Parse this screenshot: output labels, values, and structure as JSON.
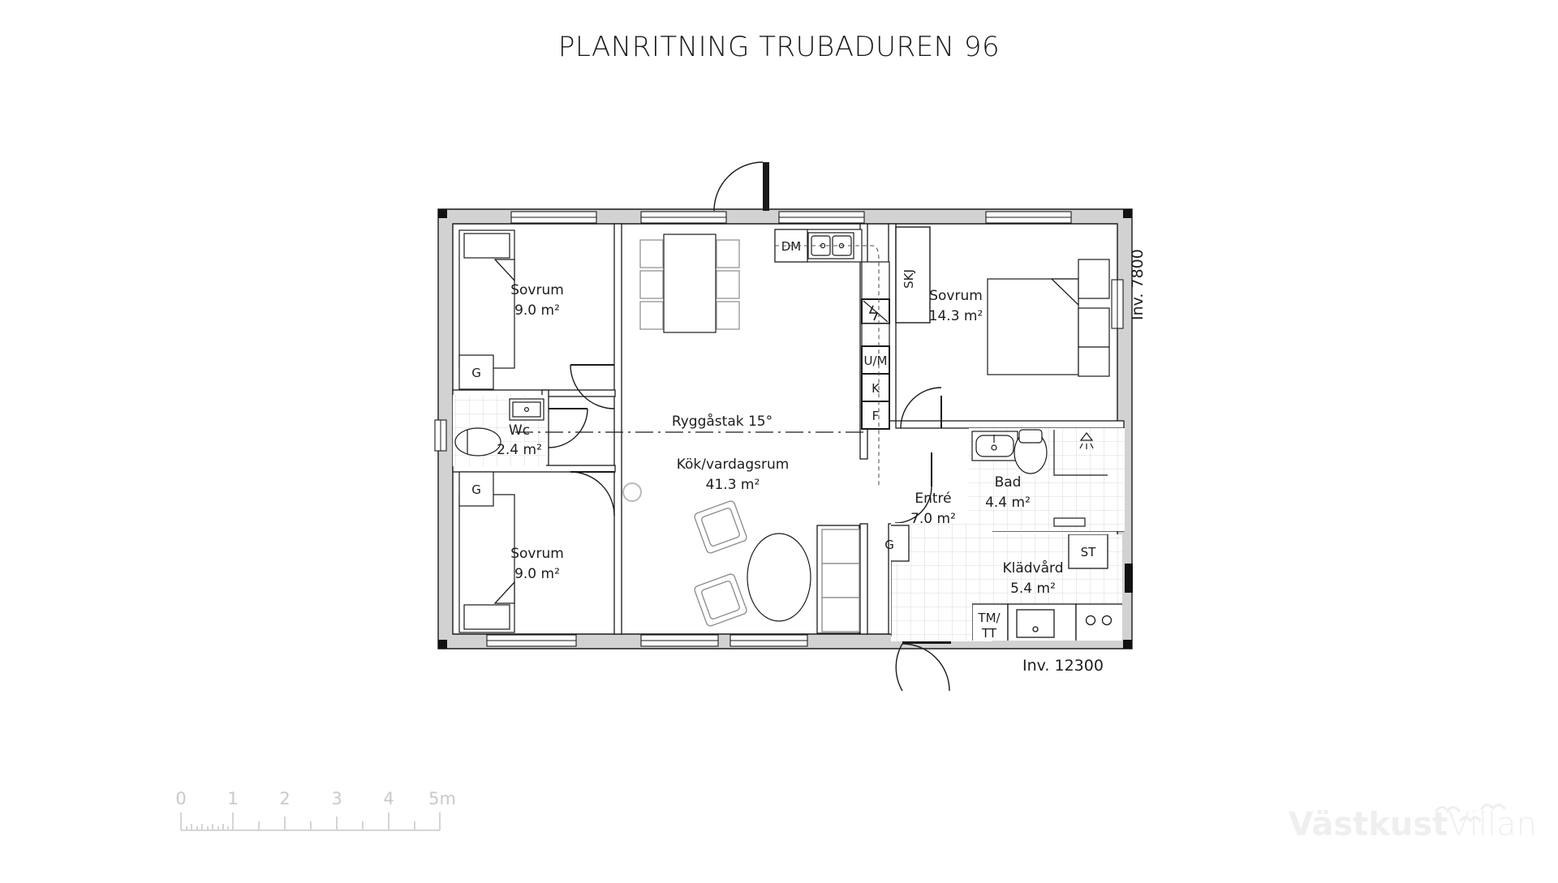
{
  "title": "PLANRITNING TRUBADUREN 96",
  "dimensions": {
    "vertical_label": "Inv. 7800",
    "horizontal_label": "Inv. 12300"
  },
  "roof": {
    "ridge_label": "Ryggåstak 15°"
  },
  "rooms": [
    {
      "id": "sovrum-top-left",
      "name": "Sovrum",
      "area": "9.0 m²"
    },
    {
      "id": "sovrum-bottom-left",
      "name": "Sovrum",
      "area": "9.0 m²"
    },
    {
      "id": "wc",
      "name": "Wc",
      "area": "2.4 m²"
    },
    {
      "id": "kok-vardagsrum",
      "name": "Kök/vardagsrum",
      "area": "41.3 m²"
    },
    {
      "id": "sovrum-right",
      "name": "Sovrum",
      "area": "14.3 m²"
    },
    {
      "id": "bad",
      "name": "Bad",
      "area": "4.4 m²"
    },
    {
      "id": "entre",
      "name": "Entré",
      "area": "7.0 m²"
    },
    {
      "id": "kladvard",
      "name": "Klädvård",
      "area": "5.4 m²"
    }
  ],
  "fixtures": [
    {
      "id": "dm",
      "label": "DM"
    },
    {
      "id": "skj",
      "label": "SKJ"
    },
    {
      "id": "um",
      "label": "U/M"
    },
    {
      "id": "k",
      "label": "K"
    },
    {
      "id": "f",
      "label": "F"
    },
    {
      "id": "g-1",
      "label": "G"
    },
    {
      "id": "g-2",
      "label": "G"
    },
    {
      "id": "g-3",
      "label": "G"
    },
    {
      "id": "st",
      "label": "ST"
    },
    {
      "id": "tm-tt-1",
      "label": "TM/"
    },
    {
      "id": "tm-tt-2",
      "label": "TT"
    }
  ],
  "scale_bar": {
    "ticks": [
      "0",
      "1",
      "2",
      "3",
      "4",
      "5m"
    ]
  },
  "logo": {
    "bold": "Västkust",
    "light": "Villan"
  },
  "colors": {
    "wall_fill": "#d2d2d2",
    "line": "#1a1a1a",
    "tile": "#d8d8d8",
    "logo": "#efefef",
    "scale": "#c9c9c9"
  }
}
